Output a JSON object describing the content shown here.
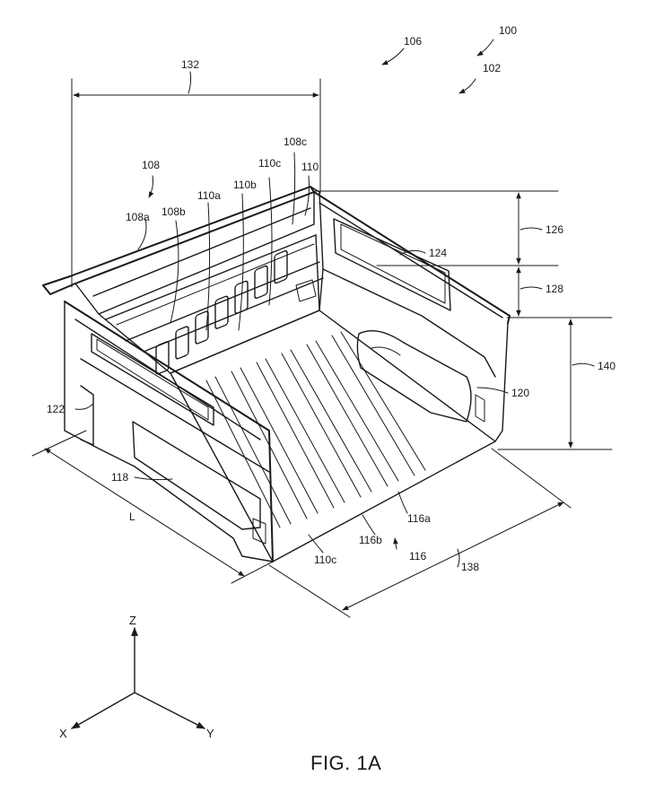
{
  "figure": {
    "caption": "FIG. 1A",
    "axes": {
      "z": "Z",
      "x": "X",
      "y": "Y"
    },
    "labels": {
      "l100": "100",
      "l102": "102",
      "l106": "106",
      "l132": "132",
      "l108": "108",
      "l108a": "108a",
      "l108b": "108b",
      "l108c": "108c",
      "l110": "110",
      "l110a": "110a",
      "l110b": "110b",
      "l110c_top": "110c",
      "l110c_bottom": "110c",
      "l124": "124",
      "l126": "126",
      "l128": "128",
      "l140": "140",
      "l120": "120",
      "l122": "122",
      "l118": "118",
      "lL": "L",
      "l116": "116",
      "l116a": "116a",
      "l116b": "116b",
      "l138": "138"
    },
    "colors": {
      "ink": "#1a1a1a",
      "background": "#ffffff"
    }
  }
}
